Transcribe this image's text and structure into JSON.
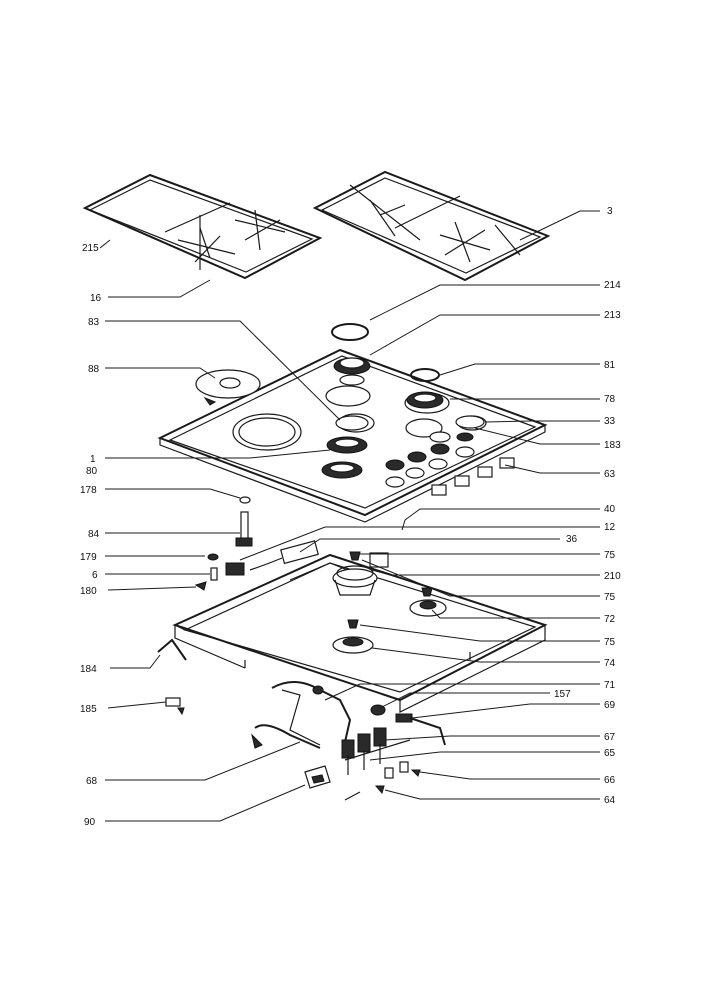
{
  "labels": {
    "l215": "215",
    "l16": "16",
    "l3": "3",
    "l214": "214",
    "l213": "213",
    "l83": "83",
    "l88": "88",
    "l81": "81",
    "l78": "78",
    "l33": "33",
    "l183": "183",
    "l1": "1",
    "l80": "80",
    "l63": "63",
    "l178": "178",
    "l40": "40",
    "l84": "84",
    "l12": "12",
    "l36": "36",
    "l179": "179",
    "l75a": "75",
    "l6": "6",
    "l210": "210",
    "l180": "180",
    "l75b": "75",
    "l72": "72",
    "l75c": "75",
    "l184": "184",
    "l74": "74",
    "l71": "71",
    "l157": "157",
    "l185": "185",
    "l69": "69",
    "l67": "67",
    "l65": "65",
    "l68": "68",
    "l66": "66",
    "l64": "64",
    "l90": "90"
  }
}
